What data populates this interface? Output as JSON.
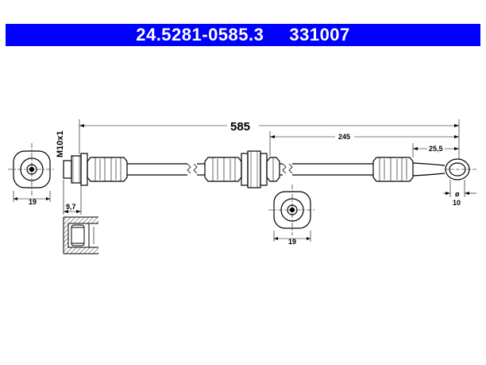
{
  "header": {
    "part_number": "24.5281-0585.3",
    "ref_number": "331007",
    "background_color": "#0000ff",
    "text_color": "#ffffff"
  },
  "dimensions": {
    "total_length": "585",
    "partial_length": "245",
    "eye_offset": "25,5",
    "thread": "M10x1",
    "thread_length": "9,7",
    "left_hex": "19",
    "mid_hex": "19",
    "eye_diameter_symbol": "ø",
    "eye_diameter": "10"
  }
}
